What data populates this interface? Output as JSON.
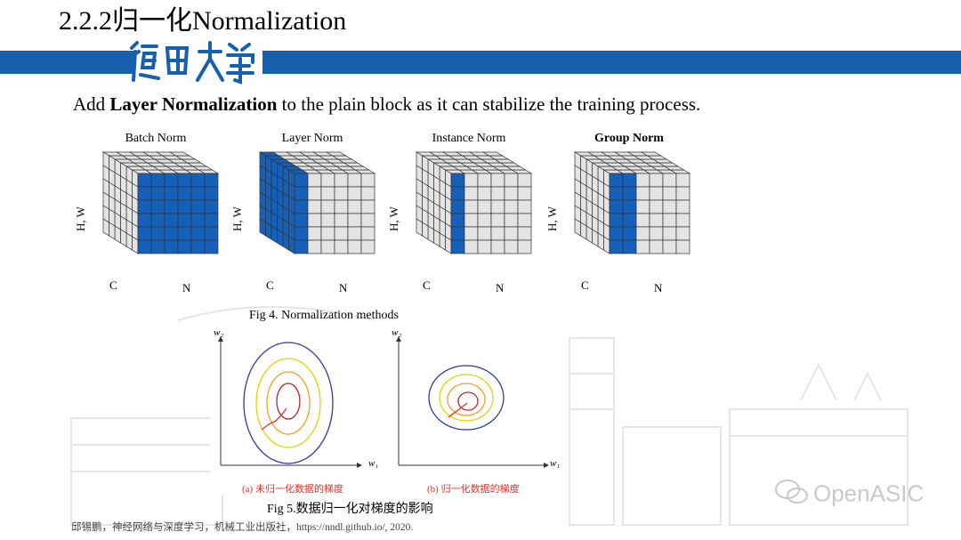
{
  "slide": {
    "title": "2.2.2归一化Normalization",
    "subtitle_prefix": "Add ",
    "subtitle_bold": "Layer Normalization",
    "subtitle_suffix": " to the plain block as it can stabilize the training process."
  },
  "colors": {
    "band": "#1660ae",
    "cube_fill": "#1560b8",
    "cube_face": "#e4e4e4"
  },
  "fig4": {
    "panels": [
      {
        "title": "Batch Norm",
        "bold": false
      },
      {
        "title": "Layer Norm",
        "bold": false
      },
      {
        "title": "Instance Norm",
        "bold": false
      },
      {
        "title": "Group Norm",
        "bold": true
      }
    ],
    "axis_hw": "H, W",
    "axis_c": "C",
    "axis_n": "N",
    "caption": "Fig 4. Normalization methods"
  },
  "fig5": {
    "ylabel": "w₂",
    "xlabel": "w₁",
    "label_a": "(a) 未归一化数据的梯度",
    "label_b": "(b) 归一化数据的梯度",
    "caption": "Fig 5.数据归一化对梯度的影响"
  },
  "footer": {
    "citation": "邱锡鹏，神经网络与深度学习，机械工业出版社，https://nndl.github.io/, 2020.",
    "watermark": "OpenASIC",
    "logo_icon": "fudan-university-calligraphy-logo",
    "watermark_icon": "wechat-icon"
  }
}
